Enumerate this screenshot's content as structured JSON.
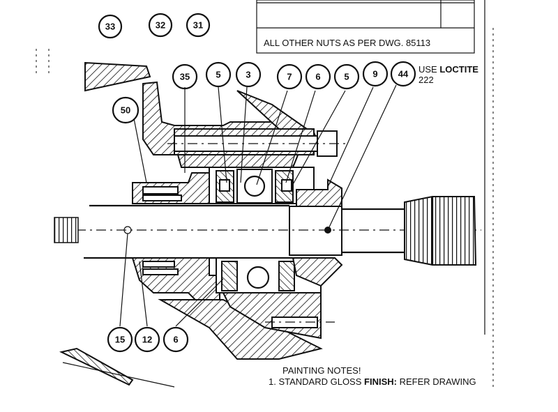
{
  "balloons_top_cut": [
    "33",
    "32",
    "31"
  ],
  "balloons_top": [
    "35",
    "5",
    "3",
    "7",
    "6",
    "5",
    "9",
    "44"
  ],
  "balloon_left": "50",
  "balloons_bottom": [
    "15",
    "12",
    "6"
  ],
  "note_table": {
    "row_cut": "...",
    "row_main": "ALL OTHER NUTS AS PER DWG. 85113"
  },
  "loctite_note": {
    "line1_prefix": "USE ",
    "line1_bold": "LOCTITE",
    "line2": "222"
  },
  "painting_notes": {
    "heading": "PAINTING NOTES!",
    "item1_prefix": "1.  STANDARD GLOSS ",
    "item1_bold": "FINISH:",
    "item1_suffix": " REFER DRAWING"
  }
}
